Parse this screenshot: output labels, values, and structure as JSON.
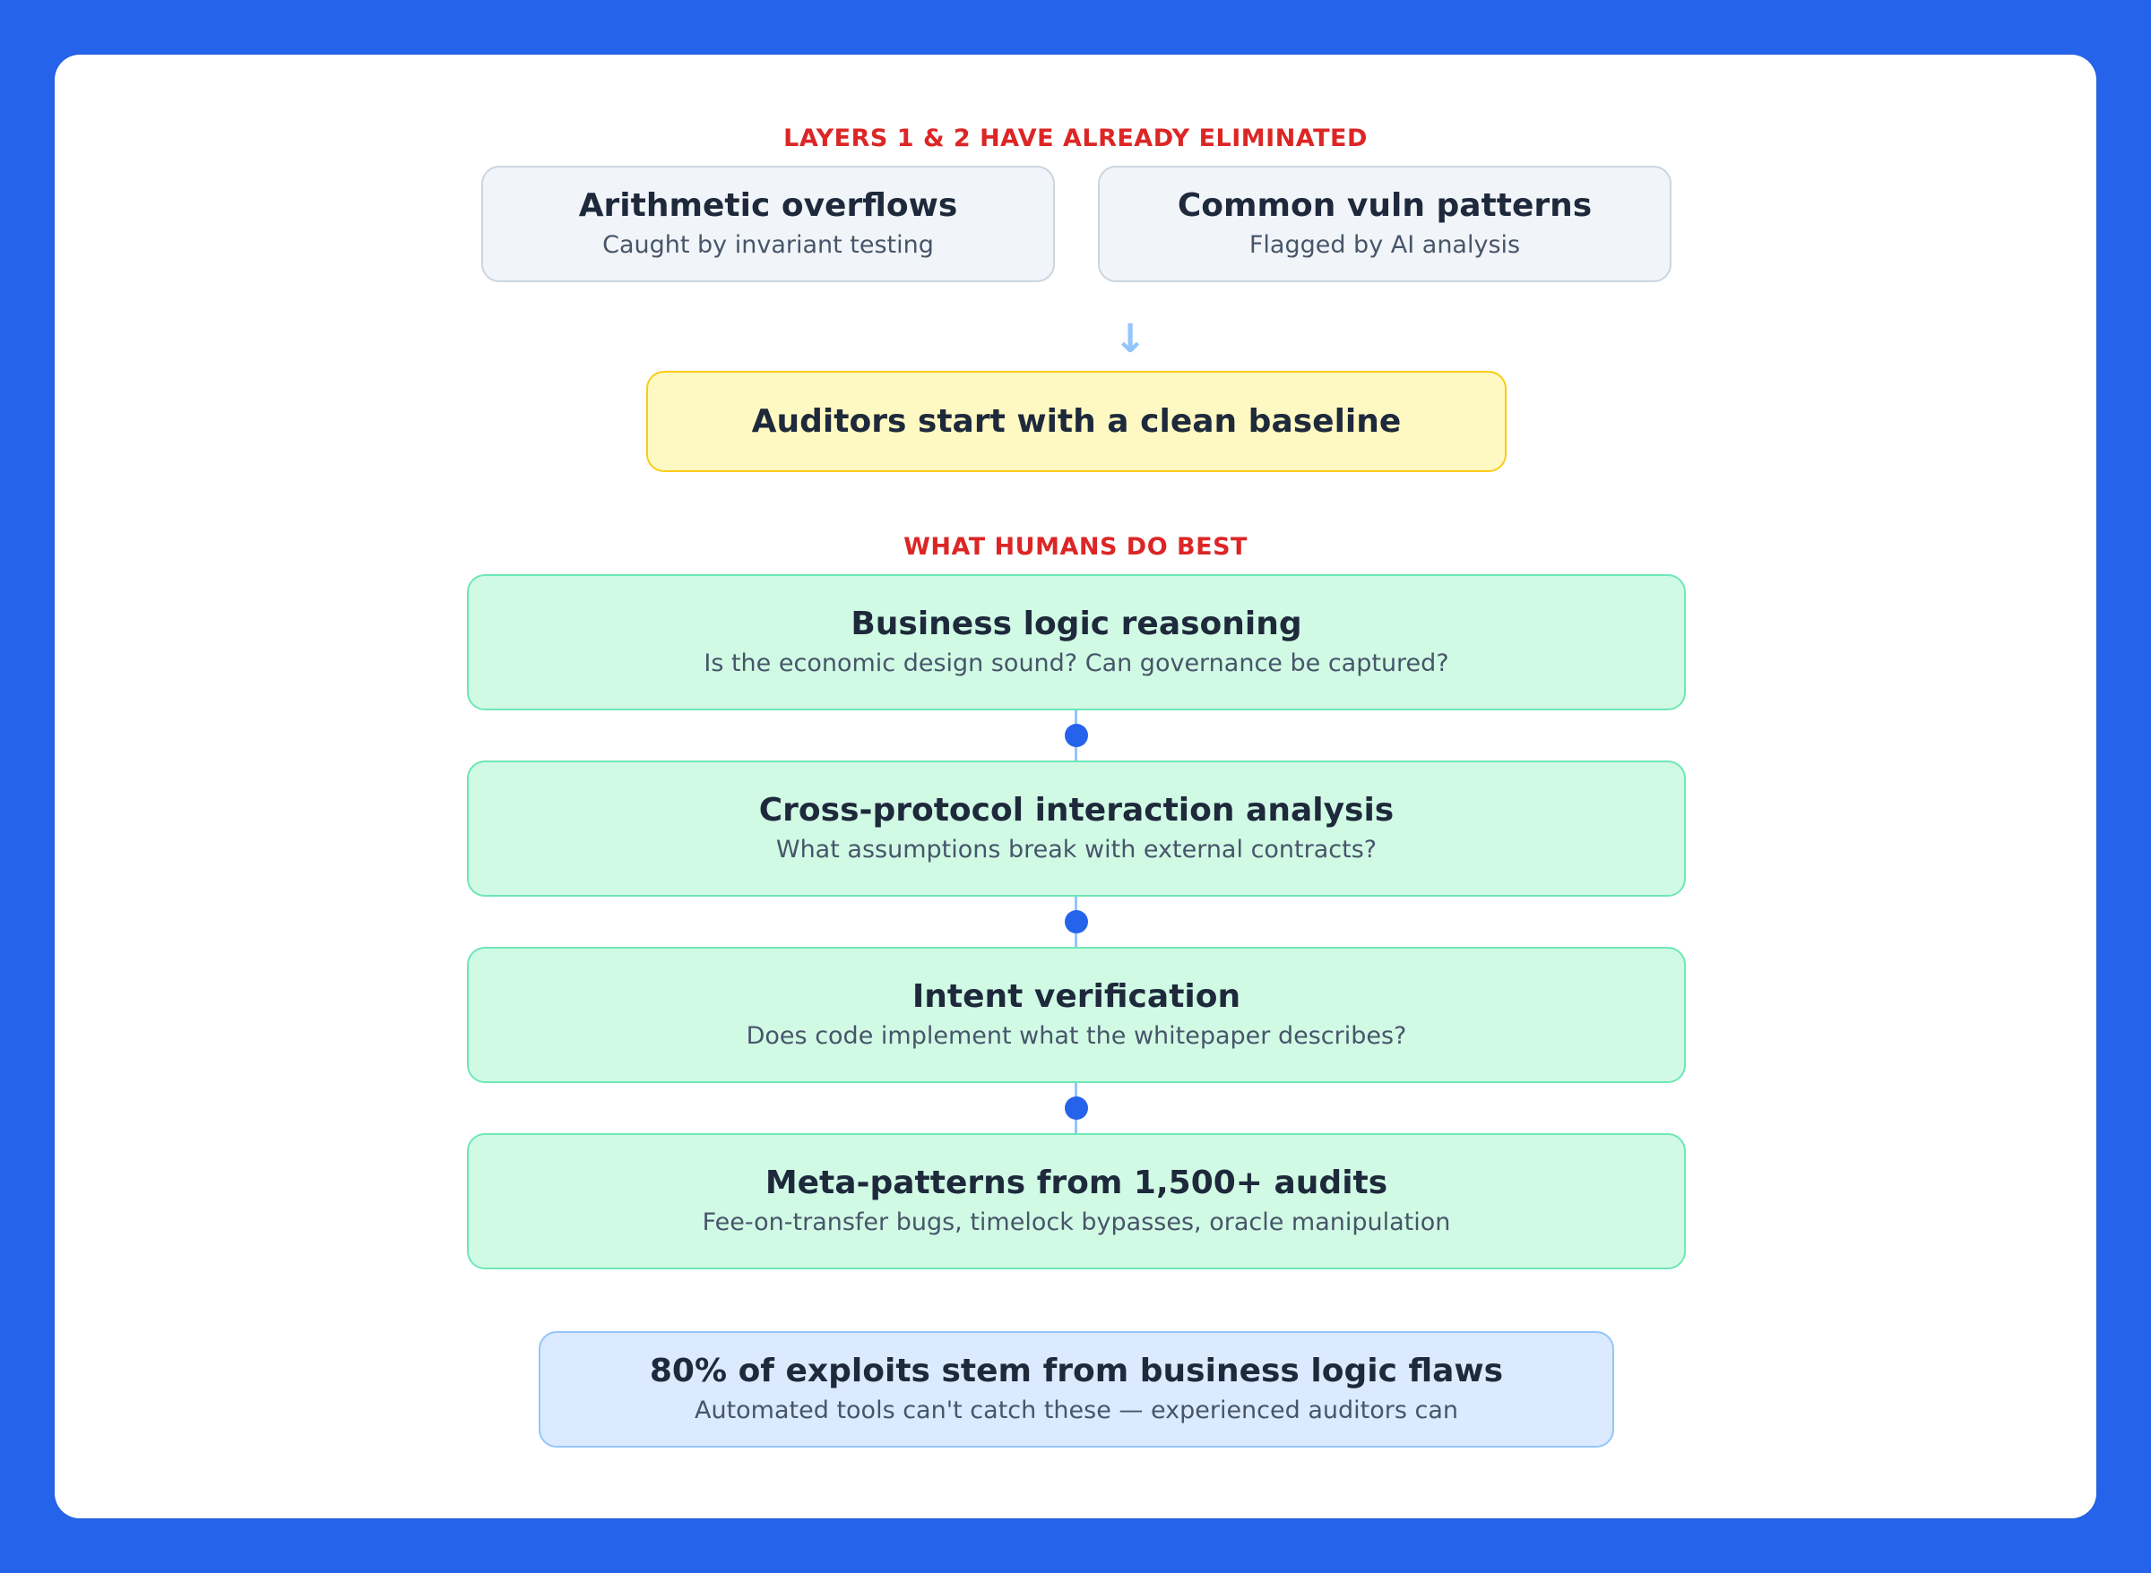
{
  "top_label": "LAYERS 1 & 2 HAVE ALREADY ELIMINATED",
  "eliminated": [
    {
      "title": "Arithmetic overflows",
      "sub": "Caught by invariant testing"
    },
    {
      "title": "Common vuln patterns",
      "sub": "Flagged by AI analysis"
    }
  ],
  "arrow_icon": "↓",
  "baseline": {
    "title": "Auditors start with a clean baseline"
  },
  "humans_label": "WHAT HUMANS DO BEST",
  "human_steps": [
    {
      "title": "Business logic reasoning",
      "sub": "Is the economic design sound? Can governance be captured?"
    },
    {
      "title": "Cross-protocol interaction analysis",
      "sub": "What assumptions break with external contracts?"
    },
    {
      "title": "Intent verification",
      "sub": "Does code implement what the whitepaper describes?"
    },
    {
      "title": "Meta-patterns from 1,500+ audits",
      "sub": "Fee-on-transfer bugs, timelock bypasses, oracle manipulation"
    }
  ],
  "conclusion": {
    "title": "80% of exploits stem from business logic flaws",
    "sub": "Automated tools can't catch these — experienced auditors can"
  },
  "colors": {
    "background": "#2563eb",
    "label": "#dc2626",
    "eliminated_fill": "#f1f5f9",
    "baseline_fill": "#fef9c3",
    "step_fill": "#d1fae5",
    "conclusion_fill": "#dbeafe",
    "connector_dot": "#2563eb"
  }
}
